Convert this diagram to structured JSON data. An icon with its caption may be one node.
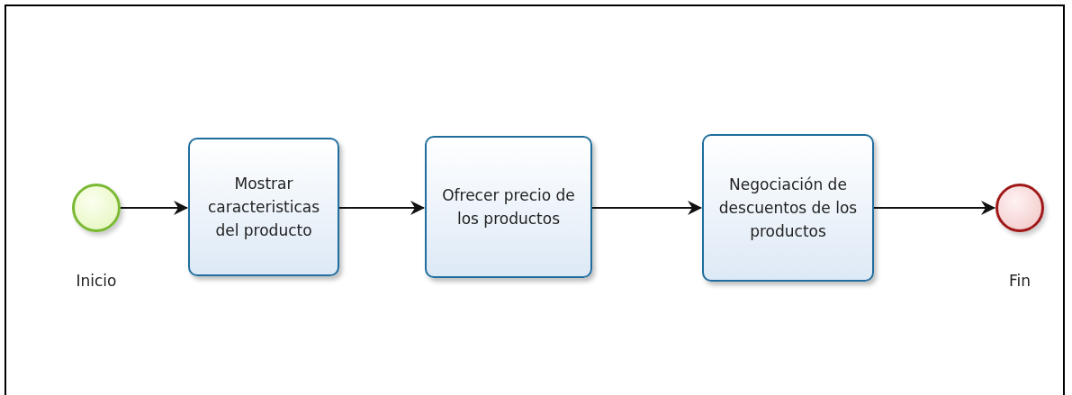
{
  "diagram": {
    "nodes": [
      {
        "text": [],
        "shape": "circle",
        "beside": [
          "Inicio"
        ]
      },
      {
        "text": [
          "Mostrar caracteristicas del producto"
        ]
      },
      {
        "text": [
          "Ofrecer precio de los productos"
        ]
      },
      {
        "text": [
          "Negociación de descuentos de los productos"
        ]
      },
      {
        "text": [],
        "shape": "circle",
        "beside": [
          "Fin"
        ]
      }
    ],
    "edges": [
      {
        "from": 0,
        "to": 1,
        "arrow": "to"
      },
      {
        "from": 1,
        "to": 2,
        "arrow": "to"
      },
      {
        "from": 2,
        "to": 3,
        "arrow": "to"
      },
      {
        "from": 3,
        "to": 4,
        "arrow": "to"
      }
    ]
  }
}
